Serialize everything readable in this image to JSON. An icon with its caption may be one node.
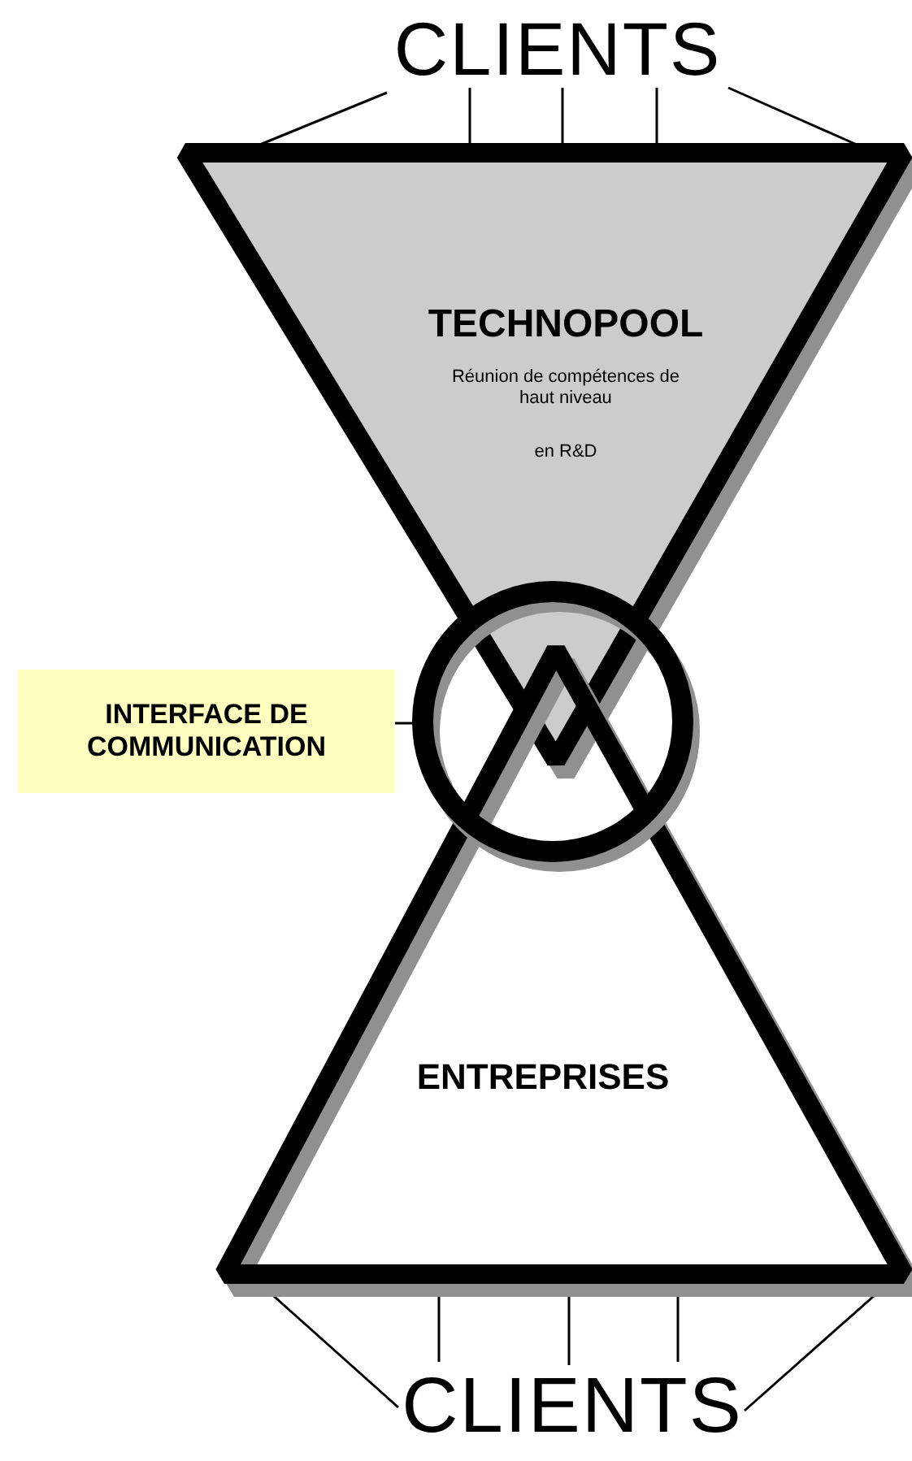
{
  "diagram": {
    "nodes": [
      {
        "text": [
          "CLIENTS"
        ]
      },
      {
        "text": [
          "TECHNOPOOL",
          "Réunion de compétences de haut niveau",
          "en R&D"
        ]
      },
      {
        "text": [],
        "shape": "circle"
      },
      {
        "text": [
          "INTERFACE DE COMMUNICATION"
        ]
      },
      {
        "text": [
          "ENTREPRISES"
        ]
      },
      {
        "text": [
          "CLIENTS"
        ]
      }
    ],
    "edges": [
      {
        "from": 0,
        "to": 1,
        "arrow": "none"
      },
      {
        "from": 0,
        "to": 1,
        "arrow": "none"
      },
      {
        "from": 0,
        "to": 1,
        "arrow": "none"
      },
      {
        "from": 0,
        "to": 1,
        "arrow": "none"
      },
      {
        "from": 0,
        "to": 1,
        "arrow": "none"
      },
      {
        "from": 3,
        "to": 2,
        "arrow": "none"
      },
      {
        "from": 5,
        "to": 4,
        "arrow": "none"
      },
      {
        "from": 5,
        "to": 4,
        "arrow": "none"
      },
      {
        "from": 5,
        "to": 4,
        "arrow": "none"
      },
      {
        "from": 5,
        "to": 4,
        "arrow": "none"
      },
      {
        "from": 5,
        "to": 4,
        "arrow": "none"
      }
    ]
  }
}
